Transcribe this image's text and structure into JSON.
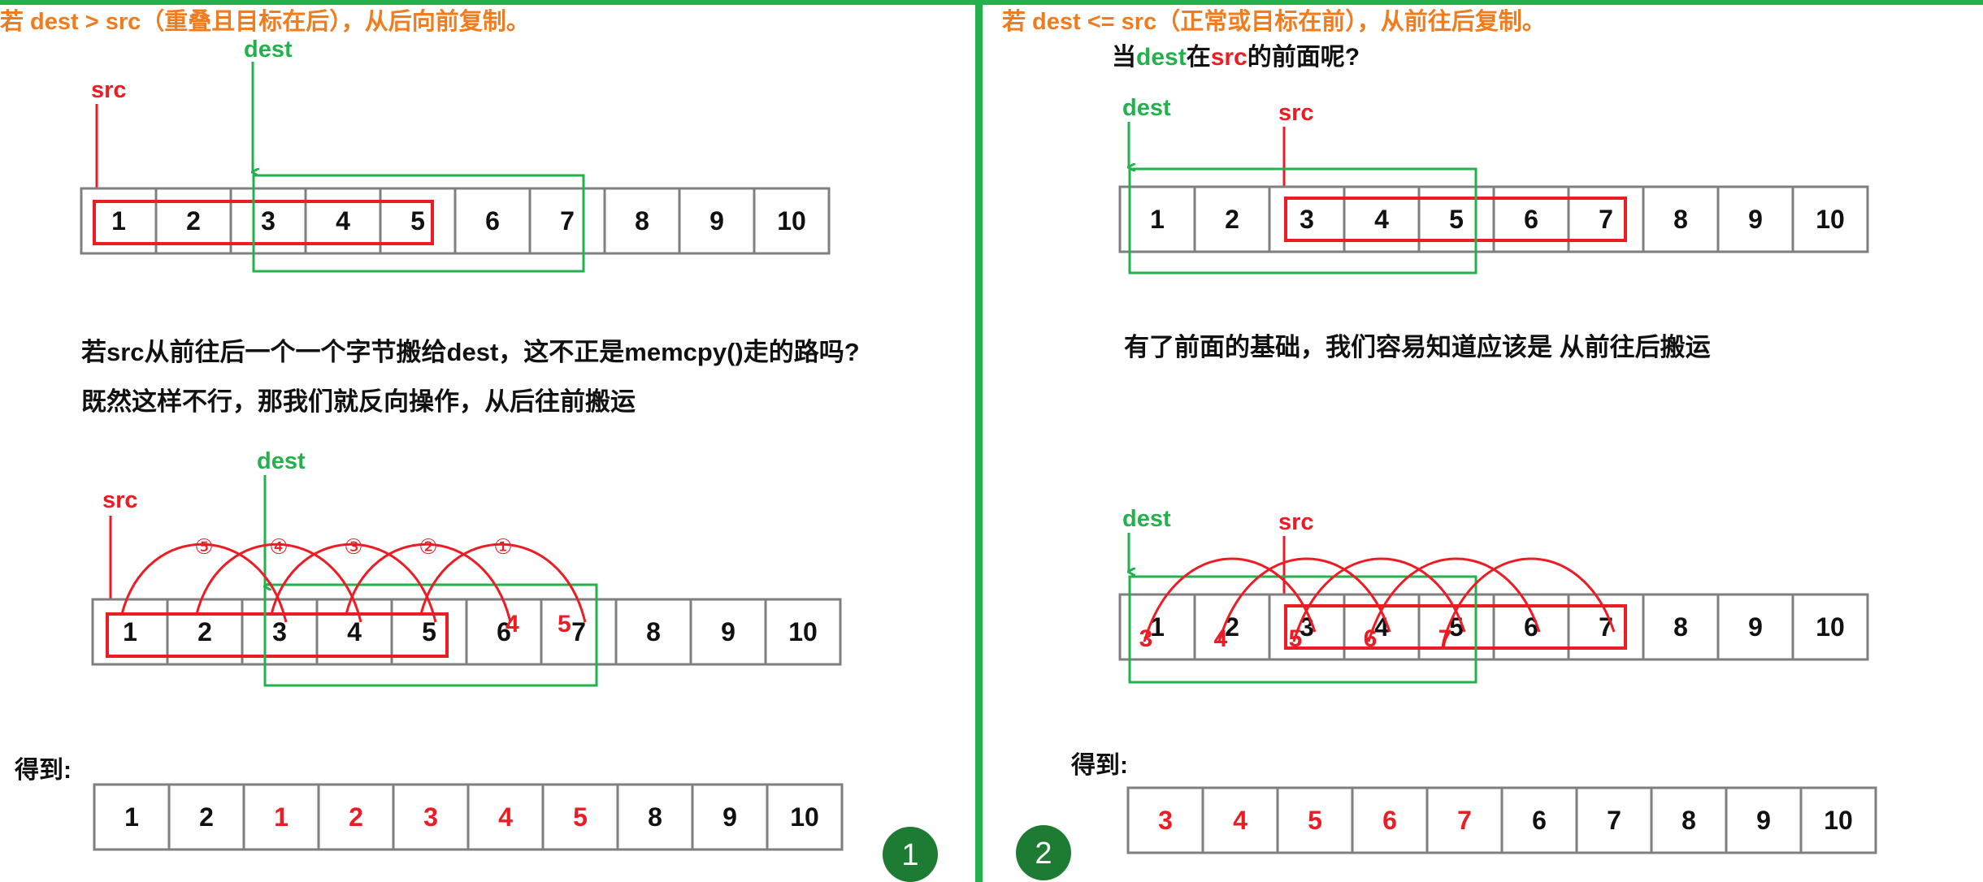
{
  "colors": {
    "orange": "#F07C1E",
    "green": "#22B14C",
    "red": "#ED1C24",
    "gray": "#7F7F7F",
    "black": "#111111",
    "badge": "#1E7B34"
  },
  "left": {
    "title": "若 dest > src（重叠且目标在后），从后向前复制。",
    "labels": {
      "src": "src",
      "dest": "dest"
    },
    "row1": [
      "1",
      "2",
      "3",
      "4",
      "5",
      "6",
      "7",
      "8",
      "9",
      "10"
    ],
    "text_line1": "若src从前往后一个一个字节搬给dest，这不正是memcpy()走的路吗?",
    "text_line2": "既然这样不行，那我们就反向操作，从后往前搬运",
    "row2": [
      "1",
      "2",
      "3",
      "4",
      "5",
      "6",
      "7",
      "8",
      "9",
      "10"
    ],
    "copy_values": [
      "4",
      "5"
    ],
    "arc_order": [
      "⑤",
      "④",
      "③",
      "②",
      "①"
    ],
    "result_label": "得到:",
    "result": [
      "1",
      "2",
      "1",
      "2",
      "3",
      "4",
      "5",
      "8",
      "9",
      "10"
    ],
    "result_highlight": [
      false,
      false,
      true,
      true,
      true,
      true,
      true,
      false,
      false,
      false
    ],
    "badge": "1"
  },
  "right": {
    "title": "若 dest <= src（正常或目标在前），从前往后复制。",
    "question": [
      "当",
      "dest",
      "在",
      "src",
      "的前面呢?"
    ],
    "labels": {
      "src": "src",
      "dest": "dest"
    },
    "row1": [
      "1",
      "2",
      "3",
      "4",
      "5",
      "6",
      "7",
      "8",
      "9",
      "10"
    ],
    "text_line1": "有了前面的基础，我们容易知道应该是 从前往后搬运",
    "row2": [
      "1",
      "2",
      "3",
      "4",
      "5",
      "6",
      "7",
      "8",
      "9",
      "10"
    ],
    "copy_values": [
      "3",
      "4",
      "5",
      "6",
      "7"
    ],
    "result_label": "得到:",
    "result": [
      "3",
      "4",
      "5",
      "6",
      "7",
      "6",
      "7",
      "8",
      "9",
      "10"
    ],
    "result_highlight": [
      true,
      true,
      true,
      true,
      true,
      false,
      false,
      false,
      false,
      false
    ],
    "badge": "2"
  }
}
